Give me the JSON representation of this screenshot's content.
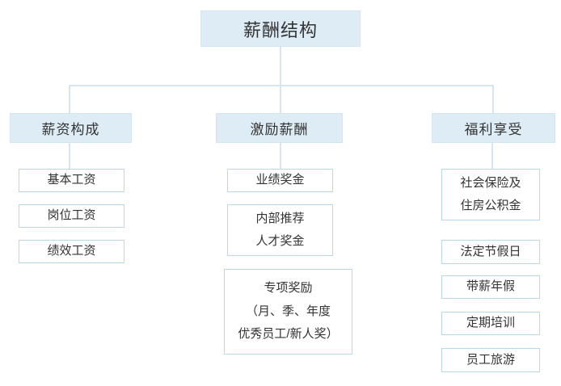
{
  "title": "薪酬结构",
  "colors": {
    "node_fill": "#deecf5",
    "node_fill_border": "#d3e5f0",
    "leaf_border": "#b7d9e9",
    "connector": "#d6e5f0",
    "text": "#333333",
    "background": "#ffffff"
  },
  "tree": {
    "root": "薪酬结构",
    "branches": [
      {
        "label": "薪资构成",
        "children": [
          "基本工资",
          "岗位工资",
          "绩效工资"
        ]
      },
      {
        "label": "激励薪酬",
        "children": [
          "业绩奖金",
          "内部推荐\n人才奖金",
          "专项奖励\n（月、季、年度\n优秀员工/新人奖）"
        ]
      },
      {
        "label": "福利享受",
        "children": [
          "社会保险及\n住房公积金",
          "法定节假日",
          "带薪年假",
          "定期培训",
          "员工旅游"
        ]
      }
    ]
  }
}
